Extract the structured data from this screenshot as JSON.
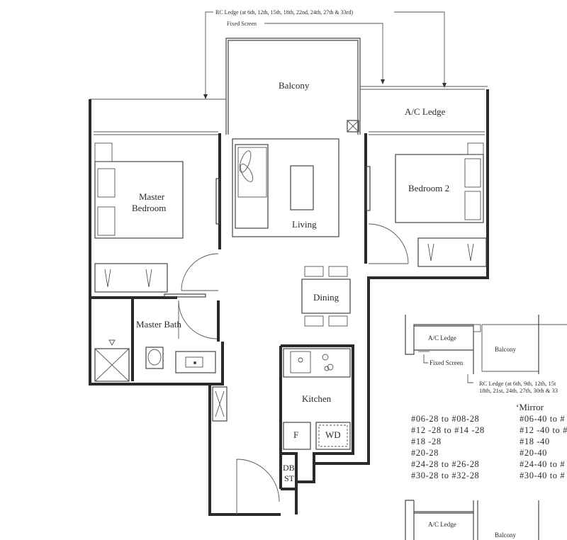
{
  "annotations": {
    "rc_ledge": "RC Ledge (at 6th, 12th, 15th, 18th, 22nd, 24th, 27th & 33rd)",
    "fixed_screen": "Fixed Screen"
  },
  "rooms": {
    "balcony": "Balcony",
    "ac_ledge": "A/C Ledge",
    "master_bedroom_1": "Master",
    "master_bedroom_2": "Bedroom",
    "living": "Living",
    "bedroom_2": "Bedroom 2",
    "dining": "Dining",
    "master_bath": "Master Bath",
    "kitchen": "Kitchen",
    "fridge": "F",
    "washer_dryer": "WD",
    "db_st_1": "DB/",
    "db_st_2": "ST"
  },
  "key_plan": {
    "ac_ledge": "A/C Ledge",
    "balcony": "Balcony",
    "fixed_screen": "Fixed Screen",
    "rc_ledge_1": "RC Ledge (at 6th, 9th, 12th, 15t",
    "rc_ledge_2": "18th, 21st, 24th, 27th, 30th & 33",
    "bottom_ac_ledge": "A/C Ledge",
    "bottom_balcony": "Balcony"
  },
  "units": {
    "mirror_label": "‘Mirror",
    "left": [
      "#06-28 to #08-28",
      "#12 -28 to #14 -28",
      "#18 -28",
      "#20-28",
      "#24-28 to #26-28",
      "#30-28 to #32-28"
    ],
    "right": [
      "#06-40 to #",
      "#12 -40 to #",
      "#18 -40",
      "#20-40",
      "#24-40 to #",
      "#30-40 to #"
    ]
  }
}
